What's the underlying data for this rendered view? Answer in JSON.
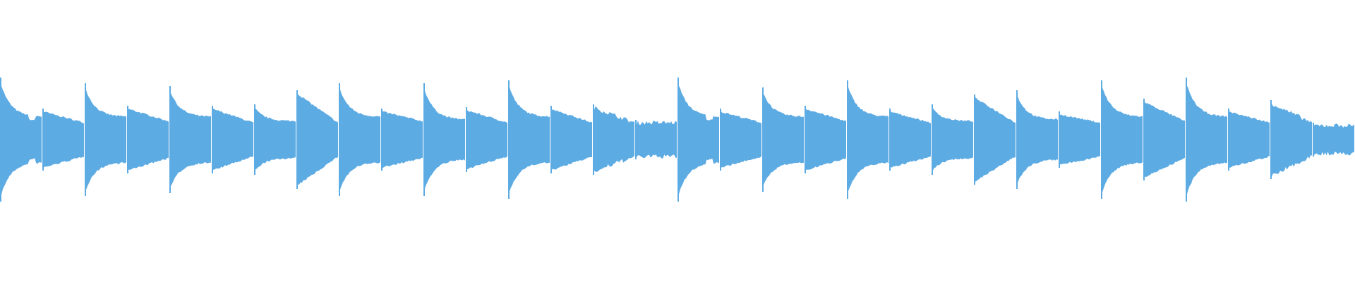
{
  "waveform": {
    "color": "#5DABE3",
    "background": "#FFFFFF",
    "segment_count": 32,
    "segments": [
      {
        "peak": 0.42,
        "tail": 0.16,
        "shape": "curve",
        "bump": true
      },
      {
        "peak": 0.2,
        "tail": 0.12,
        "shape": "linear"
      },
      {
        "peak": 0.38,
        "tail": 0.16,
        "shape": "curve"
      },
      {
        "peak": 0.22,
        "tail": 0.13,
        "shape": "linear"
      },
      {
        "peak": 0.36,
        "tail": 0.16,
        "shape": "curve"
      },
      {
        "peak": 0.22,
        "tail": 0.12,
        "shape": "linear"
      },
      {
        "peak": 0.23,
        "tail": 0.13,
        "shape": "curve"
      },
      {
        "peak": 0.33,
        "tail": 0.12,
        "shape": "linear"
      },
      {
        "peak": 0.38,
        "tail": 0.16,
        "shape": "curve"
      },
      {
        "peak": 0.2,
        "tail": 0.13,
        "shape": "linear"
      },
      {
        "peak": 0.38,
        "tail": 0.14,
        "shape": "curve"
      },
      {
        "peak": 0.21,
        "tail": 0.12,
        "shape": "linear"
      },
      {
        "peak": 0.4,
        "tail": 0.16,
        "shape": "curve"
      },
      {
        "peak": 0.22,
        "tail": 0.12,
        "shape": "linear"
      },
      {
        "peak": 0.23,
        "tail": 0.12,
        "shape": "linear",
        "noise": true
      },
      {
        "peak": 0.12,
        "tail": 0.1,
        "shape": "flat",
        "noise": true
      },
      {
        "peak": 0.42,
        "tail": 0.16,
        "shape": "curve",
        "bump": true
      },
      {
        "peak": 0.2,
        "tail": 0.12,
        "shape": "linear"
      },
      {
        "peak": 0.35,
        "tail": 0.16,
        "shape": "curve"
      },
      {
        "peak": 0.22,
        "tail": 0.13,
        "shape": "linear"
      },
      {
        "peak": 0.4,
        "tail": 0.16,
        "shape": "curve"
      },
      {
        "peak": 0.2,
        "tail": 0.12,
        "shape": "linear"
      },
      {
        "peak": 0.23,
        "tail": 0.13,
        "shape": "curve"
      },
      {
        "peak": 0.3,
        "tail": 0.12,
        "shape": "linear"
      },
      {
        "peak": 0.33,
        "tail": 0.14,
        "shape": "curve"
      },
      {
        "peak": 0.18,
        "tail": 0.12,
        "shape": "linear"
      },
      {
        "peak": 0.4,
        "tail": 0.16,
        "shape": "curve"
      },
      {
        "peak": 0.27,
        "tail": 0.13,
        "shape": "linear"
      },
      {
        "peak": 0.42,
        "tail": 0.16,
        "shape": "curve"
      },
      {
        "peak": 0.2,
        "tail": 0.12,
        "shape": "linear"
      },
      {
        "peak": 0.26,
        "tail": 0.12,
        "shape": "linear",
        "noise": true
      },
      {
        "peak": 0.1,
        "tail": 0.08,
        "shape": "flat",
        "noise": true
      }
    ]
  }
}
